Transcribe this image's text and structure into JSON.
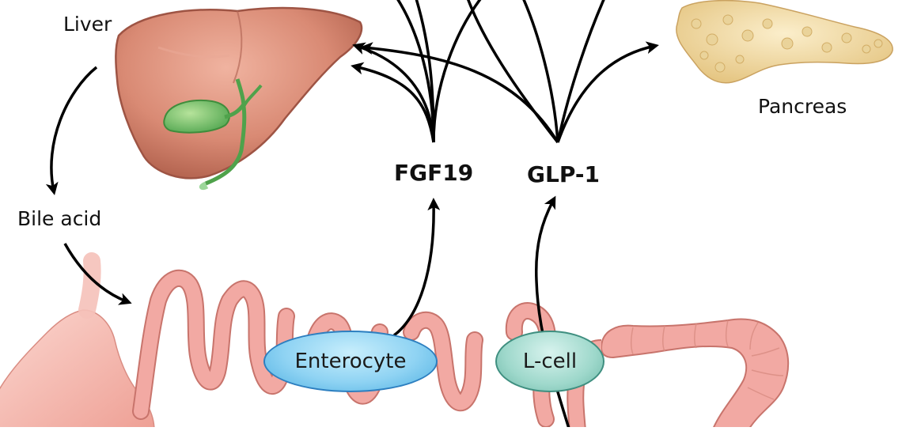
{
  "labels": {
    "liver": "Liver",
    "bile_acid": "Bile acid",
    "pancreas": "Pancreas",
    "fgf19": "FGF19",
    "glp1": "GLP-1",
    "enterocyte": "Enterocyte",
    "lcell": "L-cell"
  },
  "colors": {
    "liver": "#d98a74",
    "gallbladder": "#7cc472",
    "pancreas": "#f0d9a0",
    "intestine": "#f2a9a3",
    "intestine_outline": "#c8746c",
    "arrow": "#000000",
    "enterocyte": "#8fd3f3",
    "lcell": "#9ed8cb"
  },
  "icons": [
    "liver-illustration",
    "gallbladder-illustration",
    "pancreas-illustration",
    "intestine-illustration",
    "stomach-illustration"
  ]
}
